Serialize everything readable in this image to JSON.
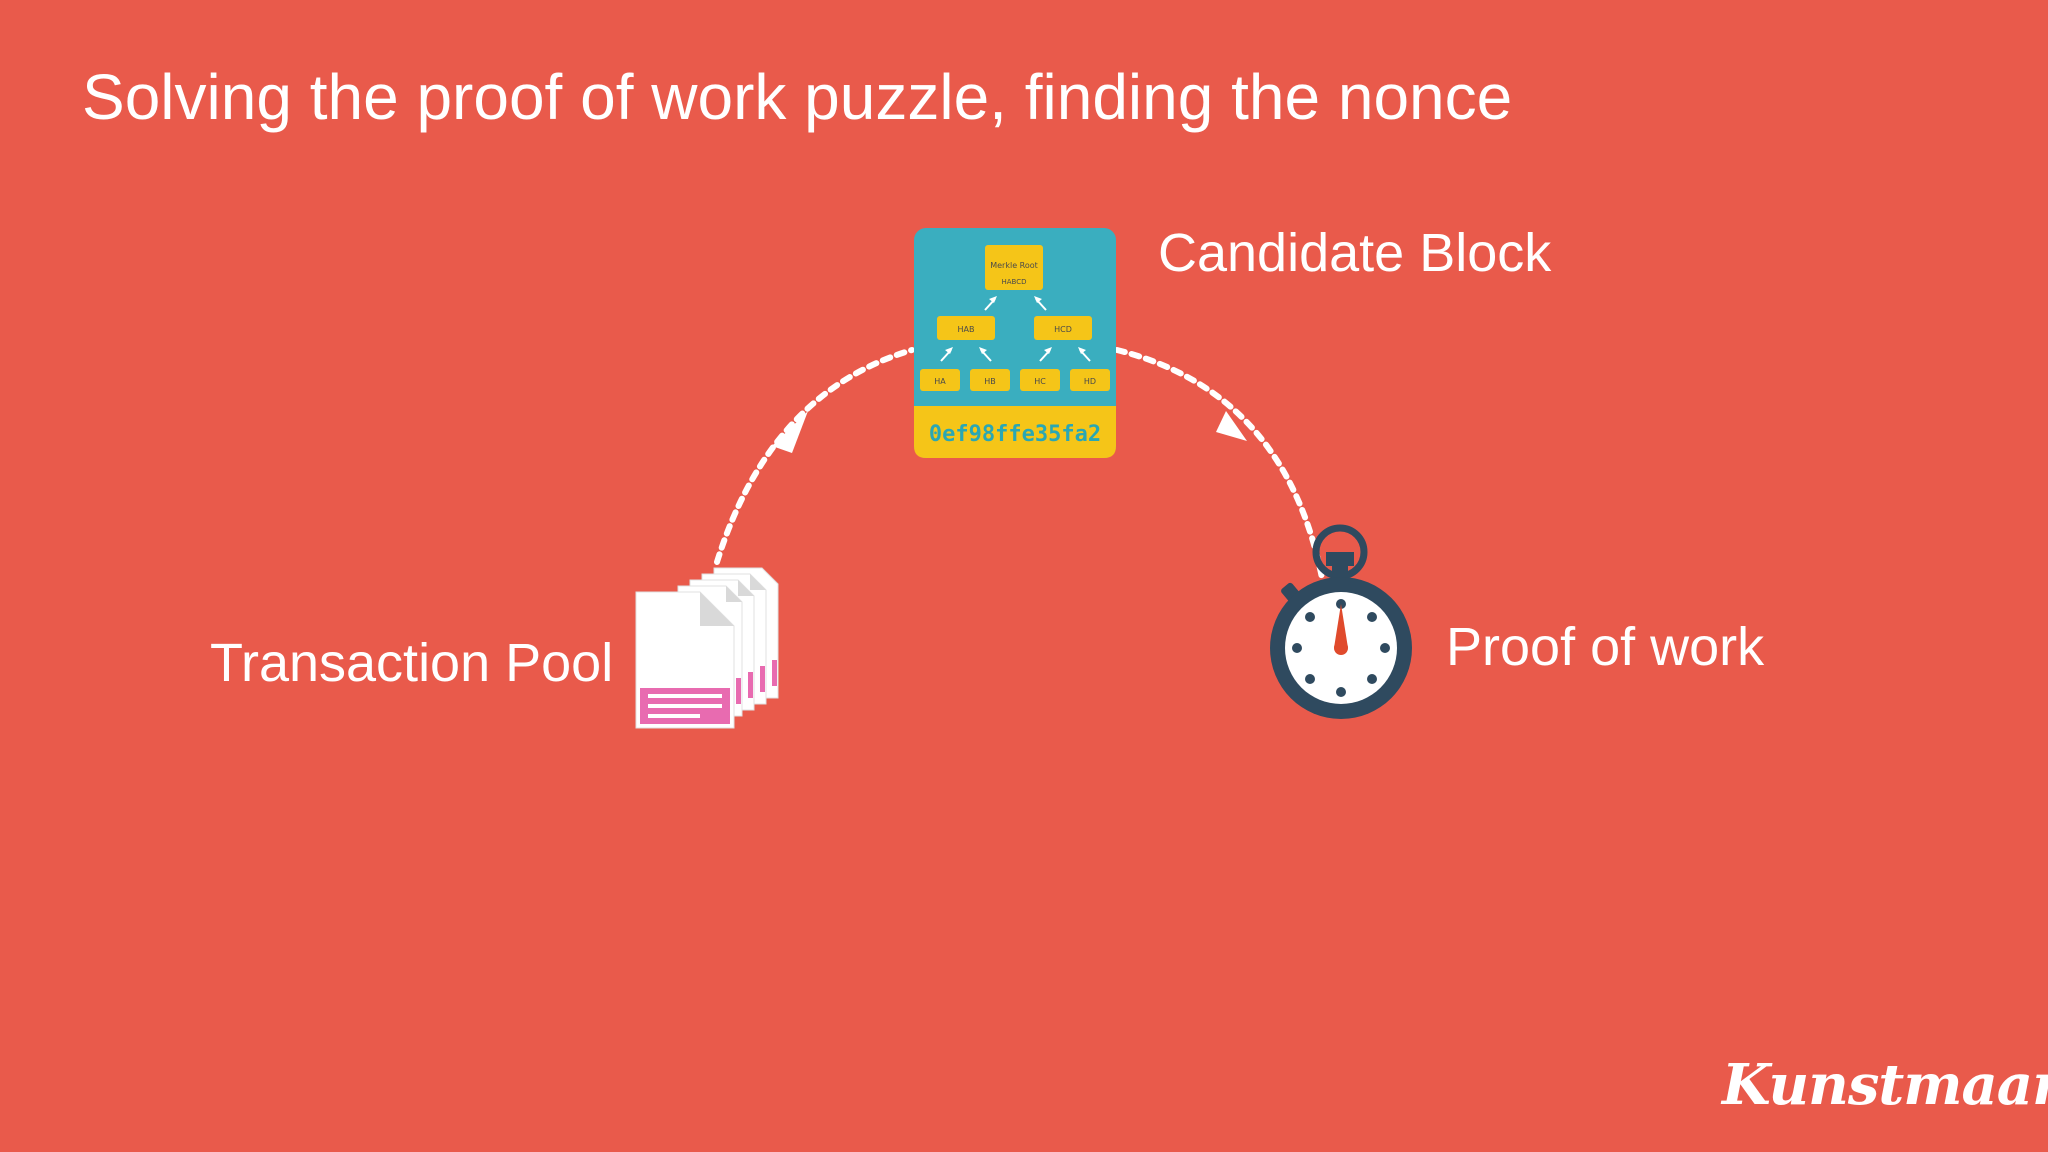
{
  "slide": {
    "title": "Solving the proof of work puzzle, finding the nonce"
  },
  "labels": {
    "candidate_block": "Candidate Block",
    "transaction_pool": "Transaction Pool",
    "proof_of_work": "Proof of work"
  },
  "candidate_block": {
    "merkle_root_label": "Merkle Root",
    "root_hash": "HABCD",
    "level1": [
      "HAB",
      "HCD"
    ],
    "leaves": [
      "HA",
      "HB",
      "HC",
      "HD"
    ],
    "nonce": "0ef98ffe35fa2"
  },
  "logo": {
    "text": "Kunstmaan",
    "mark": "®"
  },
  "colors": {
    "background": "#e95a4b",
    "block_teal": "#3aaebf",
    "block_yellow": "#f5c518",
    "stopwatch_navy": "#2f4a5f",
    "stopwatch_hand": "#e04a2c",
    "document_pink": "#e86bb0"
  },
  "icons": [
    "stopwatch-icon",
    "document-stack-icon",
    "merkle-tree-icon"
  ]
}
